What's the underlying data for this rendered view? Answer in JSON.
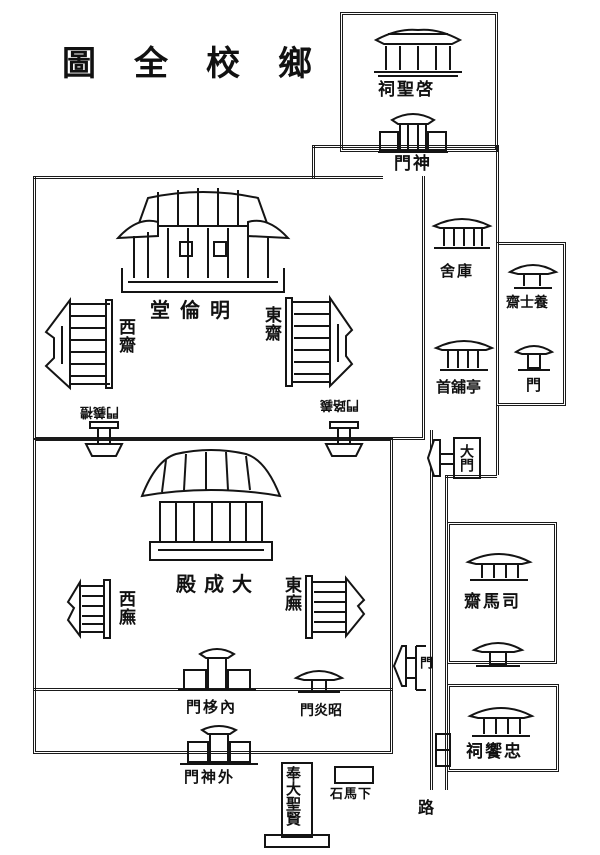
{
  "title": "圖全校鄉",
  "buildings": {
    "qisheng_ci": "祠聖啓",
    "shen_men": "門神",
    "minglun_tang": "堂倫明",
    "xi_zhai": "西齋",
    "dong_zhai": "東齋",
    "ku_she": "舍庫",
    "shou_pu_ting": "首舖亭",
    "yangshi_zhai": "齋士養",
    "yangshi_men": "門",
    "left_gate_label": "門義禮",
    "right_gate_label": "門路義",
    "da_men": "大門",
    "dacheng_dian": "殿成大",
    "xi_wu": "西廡",
    "dong_wu": "東廡",
    "sima_zhai": "齋馬司",
    "li_men": "門",
    "nei_ji_men": "門栘內",
    "zhao_men": "門炎昭",
    "zhongyi_ci": "祠饗忠",
    "wai_shen_men": "門神外",
    "stele": "奉大聖賢",
    "xia_ma_shi": "石馬下",
    "lu": "路"
  },
  "colors": {
    "ink": "#141414",
    "paper": "#ffffff"
  }
}
